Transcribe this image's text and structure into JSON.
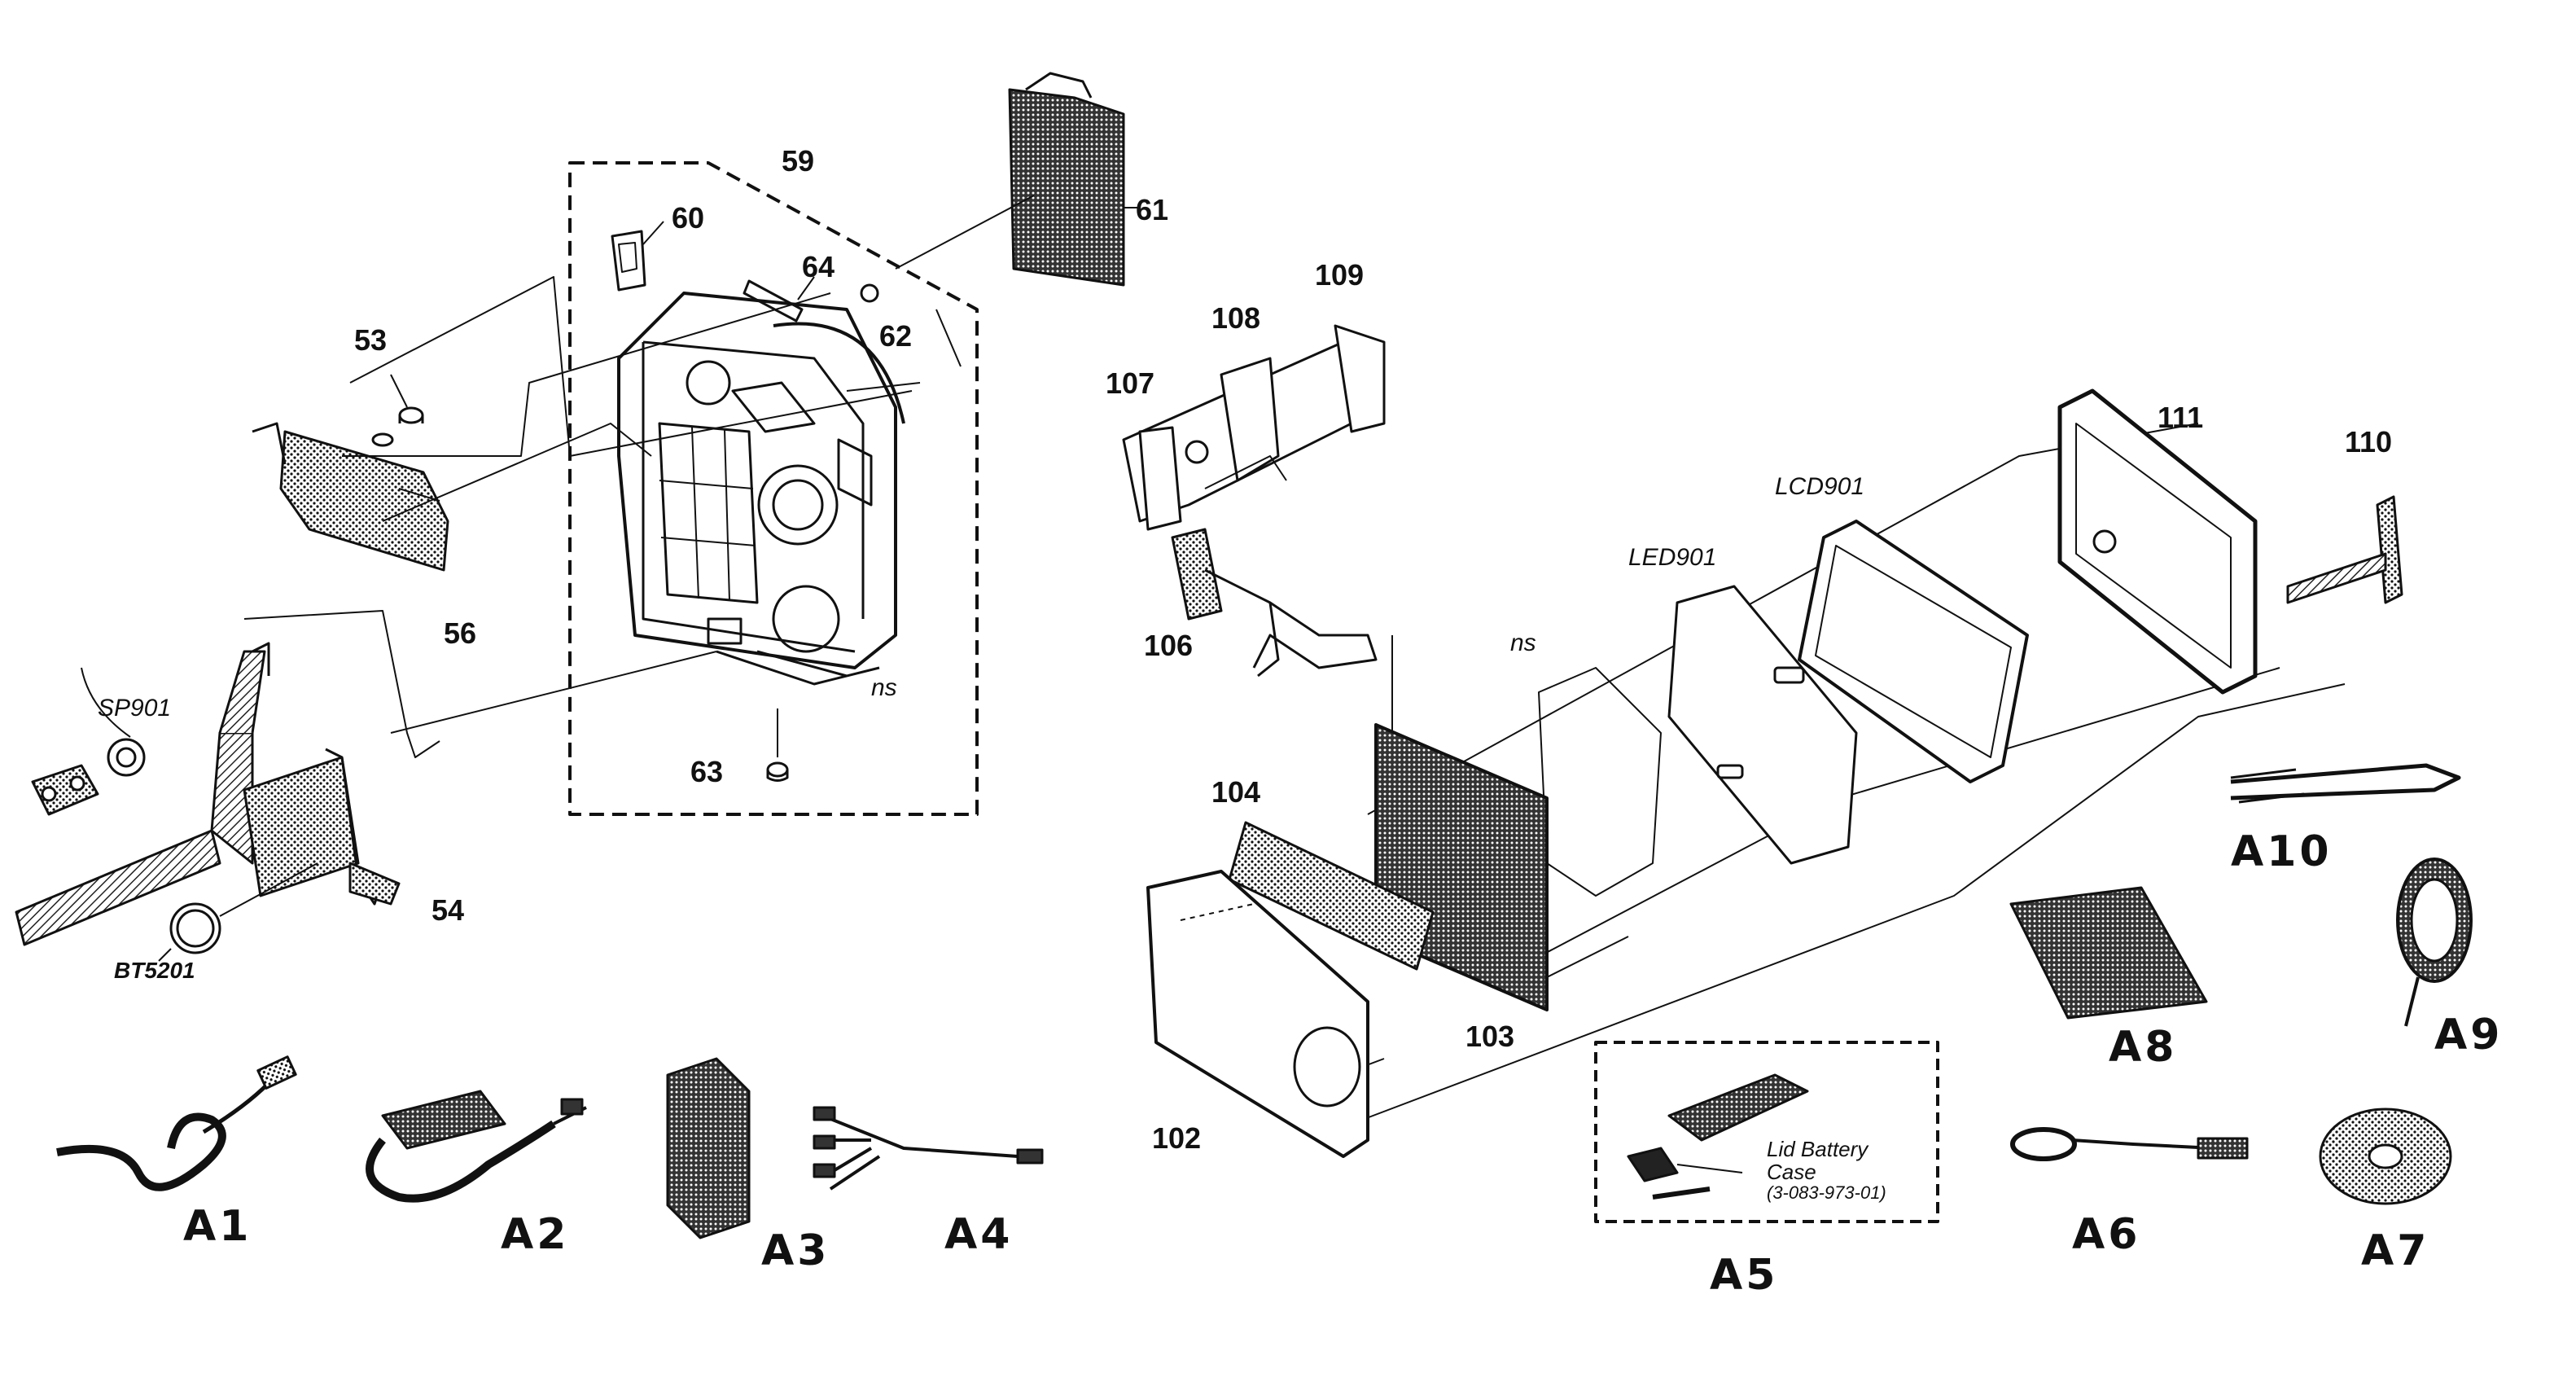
{
  "callouts": {
    "c53": "53",
    "c54": "54",
    "c56": "56",
    "c59": "59",
    "c60": "60",
    "c61": "61",
    "c62": "62",
    "c63": "63",
    "c64": "64",
    "c102": "102",
    "c103": "103",
    "c104": "104",
    "c106": "106",
    "c107": "107",
    "c108": "108",
    "c109": "109",
    "c110": "110",
    "c111": "111",
    "sp901": "SP901",
    "bt5201": "BT5201",
    "led901": "LED901",
    "lcd901": "LCD901",
    "ns1": "ns",
    "ns2": "ns"
  },
  "accessories": {
    "a1": "A1",
    "a2": "A2",
    "a3": "A3",
    "a4": "A4",
    "a5": "A5",
    "a6": "A6",
    "a7": "A7",
    "a8": "A8",
    "a9": "A9",
    "a10": "A10"
  },
  "notes": {
    "lid_line1": "Lid Battery",
    "lid_line2": "Case",
    "lid_part": "(3-083-973-01)"
  },
  "colors": {
    "ink": "#111111",
    "paper": "#ffffff"
  }
}
